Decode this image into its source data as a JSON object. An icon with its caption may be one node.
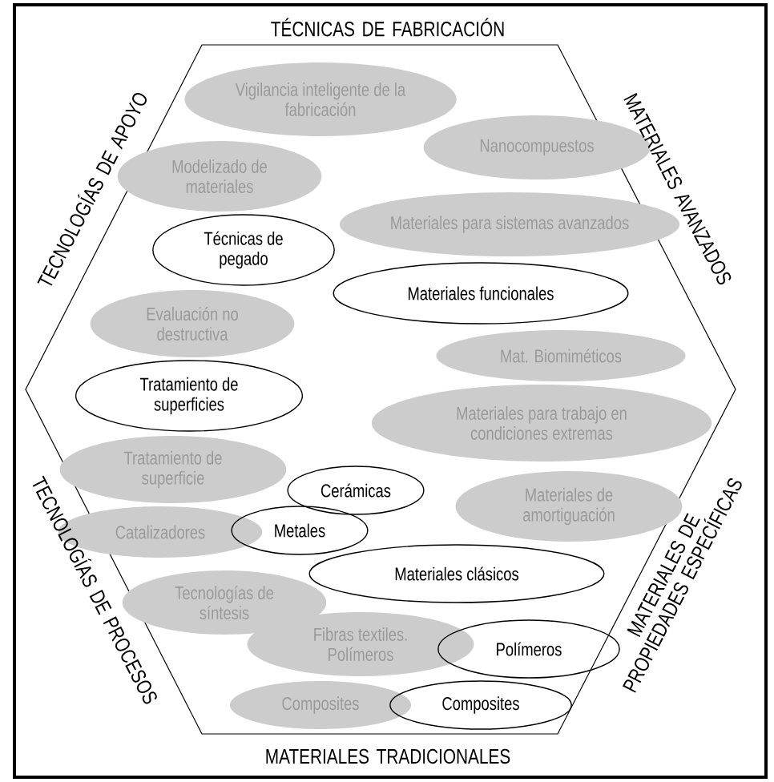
{
  "diagram": {
    "nodes": [
      {
        "text": [
          "Vigilancia inteligente de la fabricación"
        ]
      },
      {
        "text": [
          "Nanocompuestos"
        ]
      },
      {
        "text": [
          "Modelizado de materiales"
        ]
      },
      {
        "text": [
          "Técnicas de pegado"
        ]
      },
      {
        "text": [
          "Materiales para sistemas avanzados"
        ]
      },
      {
        "text": [
          "Materiales funcionales"
        ]
      },
      {
        "text": [
          "Evaluación no destructiva"
        ]
      },
      {
        "text": [
          "Mat. Biomiméticos"
        ]
      },
      {
        "text": [
          "Tratamiento de superficies"
        ]
      },
      {
        "text": [
          "Tratamiento de superficie"
        ]
      },
      {
        "text": [
          "Materiales para trabajo en condiciones extremas"
        ]
      },
      {
        "text": [
          "Cerámicas"
        ]
      },
      {
        "text": [
          "Catalizadores"
        ]
      },
      {
        "text": [
          "Metales"
        ]
      },
      {
        "text": [
          "Materiales de amortiguación"
        ]
      },
      {
        "text": [
          "Materiales clásicos"
        ]
      },
      {
        "text": [
          "Tecnologías de síntesis"
        ]
      },
      {
        "text": [
          "Fibras textiles. Polímeros"
        ]
      },
      {
        "text": [
          "Polímeros"
        ]
      },
      {
        "text": [
          "Composites"
        ]
      },
      {
        "text": [
          "Composites"
        ]
      }
    ],
    "labels": [
      "TÉCNICAS DE FABRICACIÓN",
      "TECNOLOGÍAS DE APOYO",
      "MATERIALES AVANZADOS",
      "TECNOLOGÍAS DE PROCESOS",
      "MATERIALES DE PROPIEDADES ESPECÍFICAS",
      "MATERIALES TRADICIONALES"
    ]
  }
}
